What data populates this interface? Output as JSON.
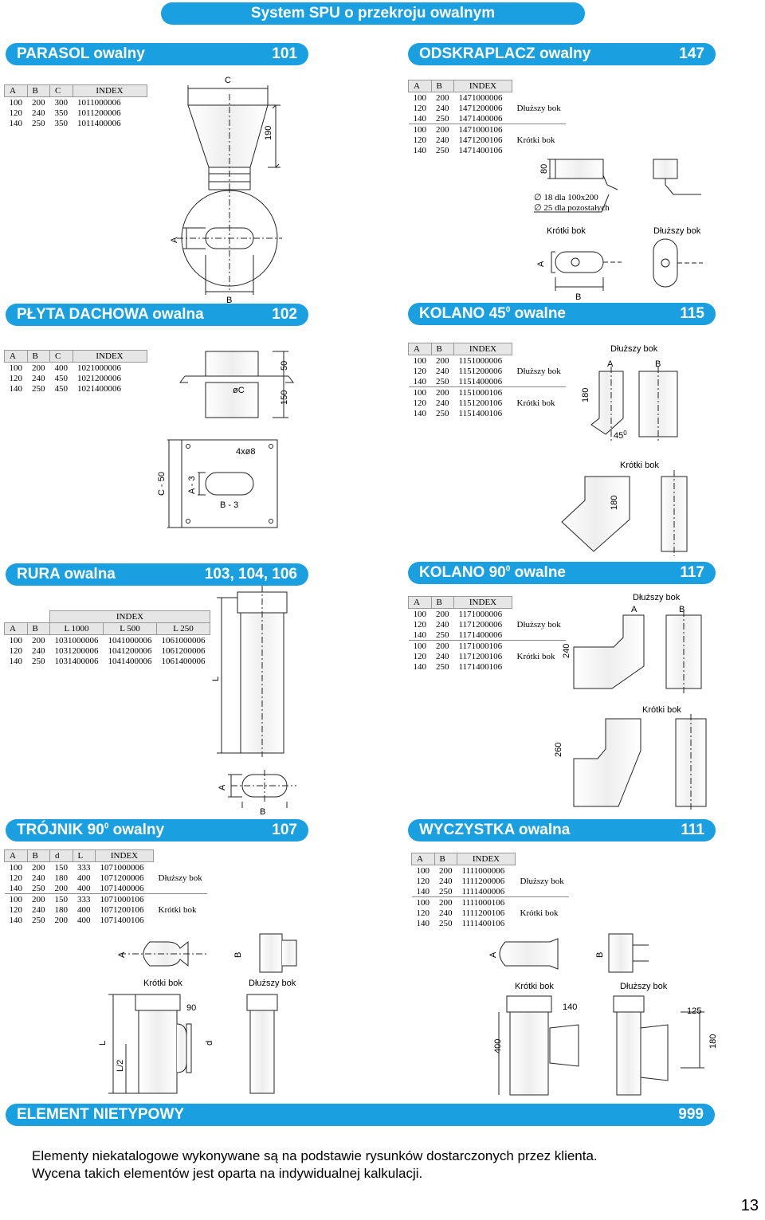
{
  "page_title": "System SPU o przekroju owalnym",
  "sections": {
    "parasol": {
      "title": "PARASOL owalny",
      "code": "101",
      "headers": [
        "A",
        "B",
        "C",
        "INDEX"
      ],
      "rows": [
        [
          "100",
          "200",
          "300",
          "1011000006"
        ],
        [
          "120",
          "240",
          "350",
          "1011200006"
        ],
        [
          "140",
          "250",
          "350",
          "1011400006"
        ]
      ],
      "dims": {
        "c": "C",
        "h": "190",
        "a": "A",
        "b": "B"
      }
    },
    "odskraplacz": {
      "title": "ODSKRAPLACZ  owalny",
      "code": "147",
      "headers": [
        "A",
        "B",
        "INDEX"
      ],
      "rows_long": [
        [
          "100",
          "200",
          "1471000006"
        ],
        [
          "120",
          "240",
          "1471200006"
        ],
        [
          "140",
          "250",
          "1471400006"
        ]
      ],
      "rows_short": [
        [
          "100",
          "200",
          "1471000106"
        ],
        [
          "120",
          "240",
          "1471200106"
        ],
        [
          "140",
          "250",
          "1471400106"
        ]
      ],
      "label_long": "Dłuższy bok",
      "label_short": "Krótki bok",
      "dim_h": "80",
      "note1": "∅ 18 dla 100x200",
      "note2": "∅ 25 dla pozostałych",
      "view_short": "Krótki bok",
      "view_long": "Dłuższy bok",
      "a": "A",
      "b": "B"
    },
    "plyta": {
      "title": "PŁYTA DACHOWA owalna",
      "code": "102",
      "headers": [
        "A",
        "B",
        "C",
        "INDEX"
      ],
      "rows": [
        [
          "100",
          "200",
          "400",
          "1021000006"
        ],
        [
          "120",
          "240",
          "450",
          "1021200006"
        ],
        [
          "140",
          "250",
          "450",
          "1021400006"
        ]
      ],
      "dims": {
        "h1": "50",
        "h2": "150",
        "c": "øC",
        "holes": "4xø8",
        "c50": "C - 50",
        "a3": "A - 3",
        "b3": "B - 3"
      }
    },
    "kolano45": {
      "title": "KOLANO 45",
      "title_sup": "0",
      "title_tail": " owalne",
      "code": "115",
      "headers": [
        "A",
        "B",
        "INDEX"
      ],
      "rows_long": [
        [
          "100",
          "200",
          "1151000006"
        ],
        [
          "120",
          "240",
          "1151200006"
        ],
        [
          "140",
          "250",
          "1151400006"
        ]
      ],
      "rows_short": [
        [
          "100",
          "200",
          "1151000106"
        ],
        [
          "120",
          "240",
          "1151200106"
        ],
        [
          "140",
          "250",
          "1151400106"
        ]
      ],
      "label_long": "Dłuższy bok",
      "label_short": "Krótki bok",
      "view_long": "Dłuższy bok",
      "view_short": "Krótki bok",
      "dim1": "180",
      "dim2": "180",
      "angle": "45",
      "angle_sup": "0",
      "a": "A",
      "b": "B"
    },
    "rura": {
      "title": "RURA owalna",
      "code": "103, 104, 106",
      "index_label": "INDEX",
      "headers": [
        "A",
        "B",
        "L 1000",
        "L 500",
        "L 250"
      ],
      "rows": [
        [
          "100",
          "200",
          "1031000006",
          "1041000006",
          "1061000006"
        ],
        [
          "120",
          "240",
          "1031200006",
          "1041200006",
          "1061200006"
        ],
        [
          "140",
          "250",
          "1031400006",
          "1041400006",
          "1061400006"
        ]
      ],
      "dims": {
        "l": "L",
        "a": "A",
        "b": "B"
      }
    },
    "kolano90": {
      "title": "KOLANO 90",
      "title_sup": "0",
      "title_tail": " owalne",
      "code": "117",
      "headers": [
        "A",
        "B",
        "INDEX"
      ],
      "rows_long": [
        [
          "100",
          "200",
          "1171000006"
        ],
        [
          "120",
          "240",
          "1171200006"
        ],
        [
          "140",
          "250",
          "1171400006"
        ]
      ],
      "rows_short": [
        [
          "100",
          "200",
          "1171000106"
        ],
        [
          "120",
          "240",
          "1171200106"
        ],
        [
          "140",
          "250",
          "1171400106"
        ]
      ],
      "label_long": "Dłuższy bok",
      "label_short": "Krótki bok",
      "view_long": "Dłuższy bok",
      "view_short": "Krótki bok",
      "dim1": "240",
      "dim2": "260",
      "a": "A",
      "b": "B"
    },
    "trojnik": {
      "title": "TRÓJNIK 90",
      "title_sup": "0",
      "title_tail": " owalny",
      "code": "107",
      "headers": [
        "A",
        "B",
        "d",
        "L",
        "INDEX"
      ],
      "rows_long": [
        [
          "100",
          "200",
          "150",
          "333",
          "1071000006"
        ],
        [
          "120",
          "240",
          "180",
          "400",
          "1071200006"
        ],
        [
          "140",
          "250",
          "200",
          "400",
          "1071400006"
        ]
      ],
      "rows_short": [
        [
          "100",
          "200",
          "150",
          "333",
          "1071000106"
        ],
        [
          "120",
          "240",
          "180",
          "400",
          "1071200106"
        ],
        [
          "140",
          "250",
          "200",
          "400",
          "1071400106"
        ]
      ],
      "label_long": "Dłuższy bok",
      "label_short": "Krótki bok",
      "view_short": "Krótki bok",
      "view_long": "Dłuższy bok",
      "d90": "90",
      "l": "L",
      "l2": "L/2",
      "d": "d",
      "a": "A",
      "b": "B"
    },
    "wyczystka": {
      "title": "WYCZYSTKA owalna",
      "code": "111",
      "headers": [
        "A",
        "B",
        "INDEX"
      ],
      "rows_long": [
        [
          "100",
          "200",
          "1111000006"
        ],
        [
          "120",
          "240",
          "1111200006"
        ],
        [
          "140",
          "250",
          "1111400006"
        ]
      ],
      "rows_short": [
        [
          "100",
          "200",
          "1111000106"
        ],
        [
          "120",
          "240",
          "1111200106"
        ],
        [
          "140",
          "250",
          "1111400106"
        ]
      ],
      "label_long": "Dłuższy bok",
      "label_short": "Krótki bok",
      "view_short": "Krótki bok",
      "view_long": "Dłuższy bok",
      "d140": "140",
      "d125": "125",
      "d400": "400",
      "d180": "180",
      "a": "A",
      "b": "B"
    },
    "nietypowy": {
      "title": "ELEMENT NIETYPOWY",
      "code": "999",
      "line1": "Elementy niekatalogowe wykonywane są na podstawie rysunków dostarczonych przez klienta.",
      "line2": "Wycena takich elementów jest oparta na indywidualnej kalkulacji."
    }
  },
  "page_number": "13",
  "colors": {
    "accent": "#1aa0e0"
  }
}
